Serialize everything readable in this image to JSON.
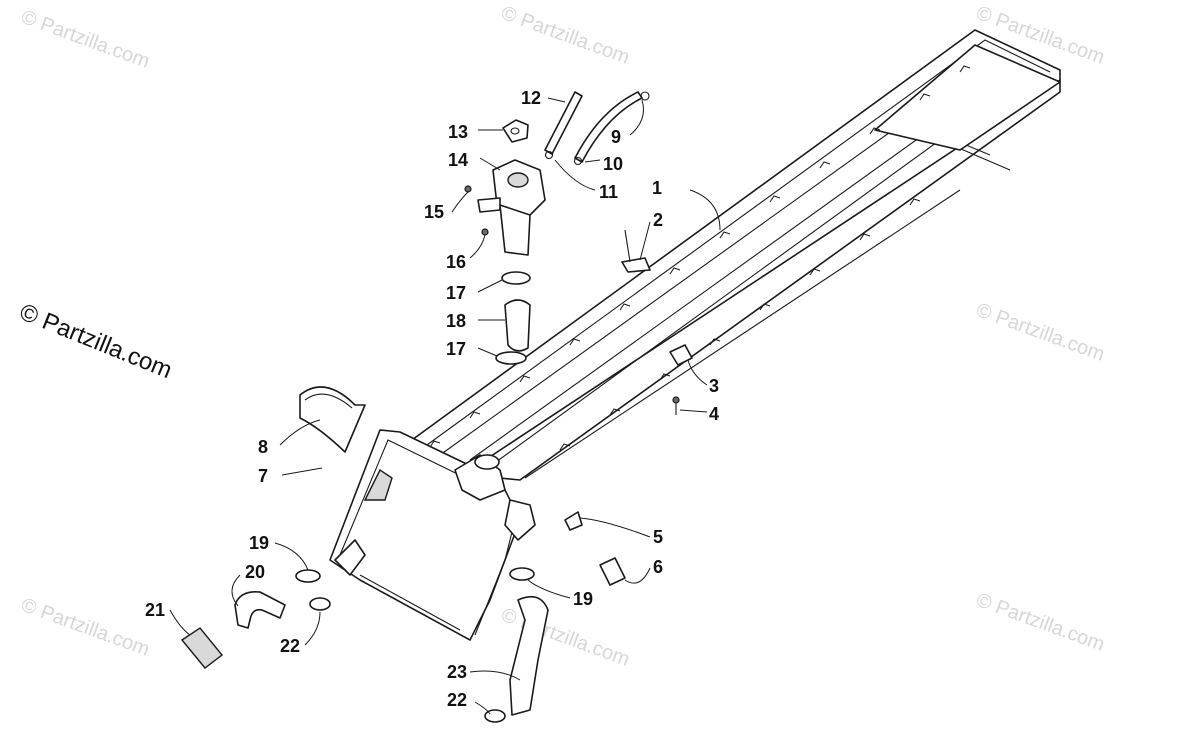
{
  "watermark": {
    "text": "© Partzilla.com",
    "brand": "© Partzilla.com"
  },
  "callouts": [
    "1",
    "2",
    "3",
    "4",
    "5",
    "6",
    "7",
    "8",
    "9",
    "10",
    "11",
    "12",
    "13",
    "14",
    "15",
    "16",
    "17",
    "17",
    "18",
    "19",
    "19",
    "20",
    "21",
    "22",
    "22",
    "23"
  ]
}
